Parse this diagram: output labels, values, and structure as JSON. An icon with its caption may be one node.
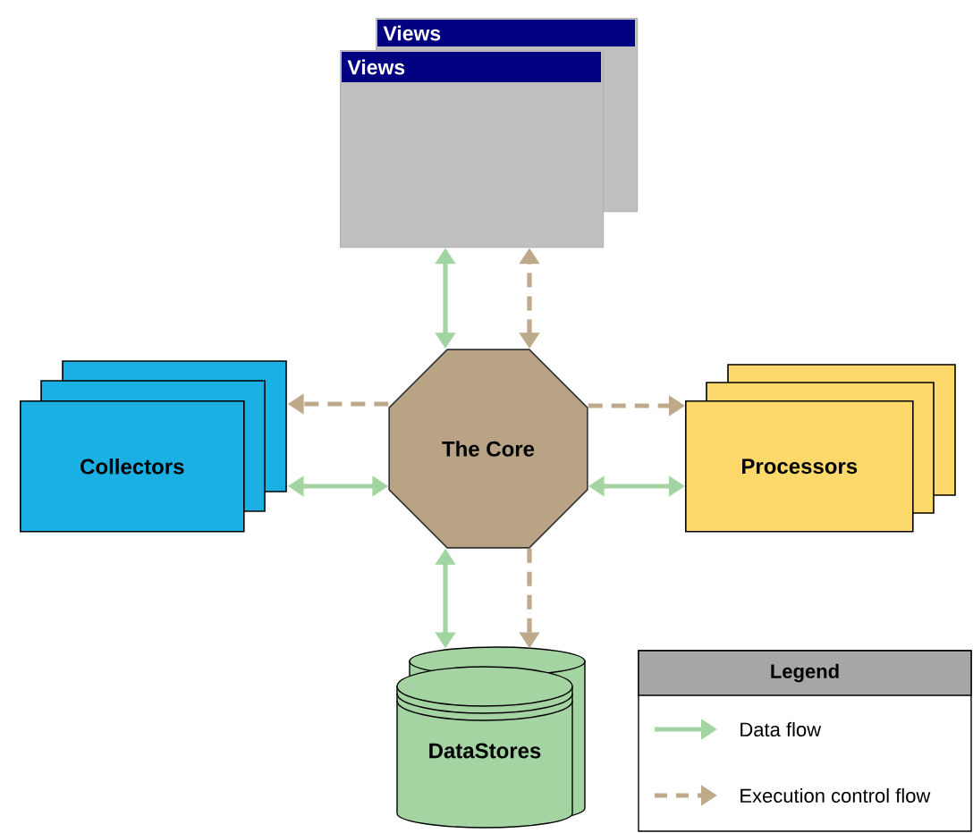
{
  "diagram": {
    "nodes": [
      {
        "text": [
          "Views"
        ]
      },
      {
        "text": [
          "Views"
        ]
      },
      {
        "text": [
          "The Core"
        ]
      },
      {
        "text": [
          "Collectors"
        ]
      },
      {
        "text": [
          "Processors"
        ]
      },
      {
        "text": [
          "DataStores"
        ]
      }
    ],
    "edges": [
      {
        "from": 1,
        "to": 2,
        "arrow": "both",
        "color": "#a3d5a3"
      },
      {
        "from": 2,
        "to": 1,
        "arrow": "both",
        "style": "dashed",
        "color": "#bea98a"
      },
      {
        "from": 2,
        "to": 3,
        "arrow": "to",
        "style": "dashed",
        "color": "#bea98a"
      },
      {
        "from": 2,
        "to": 3,
        "arrow": "both",
        "color": "#a3d5a3"
      },
      {
        "from": 2,
        "to": 4,
        "arrow": "to",
        "style": "dashed",
        "color": "#bea98a"
      },
      {
        "from": 2,
        "to": 4,
        "arrow": "both",
        "color": "#a3d5a3"
      },
      {
        "from": 2,
        "to": 5,
        "arrow": "both",
        "color": "#a3d5a3"
      },
      {
        "from": 2,
        "to": 5,
        "arrow": "to",
        "style": "dashed",
        "color": "#bea98a"
      }
    ],
    "labels": [
      "Legend"
    ],
    "legend": [
      {
        "text": "Data flow"
      },
      {
        "text": "Execution control flow"
      }
    ]
  }
}
